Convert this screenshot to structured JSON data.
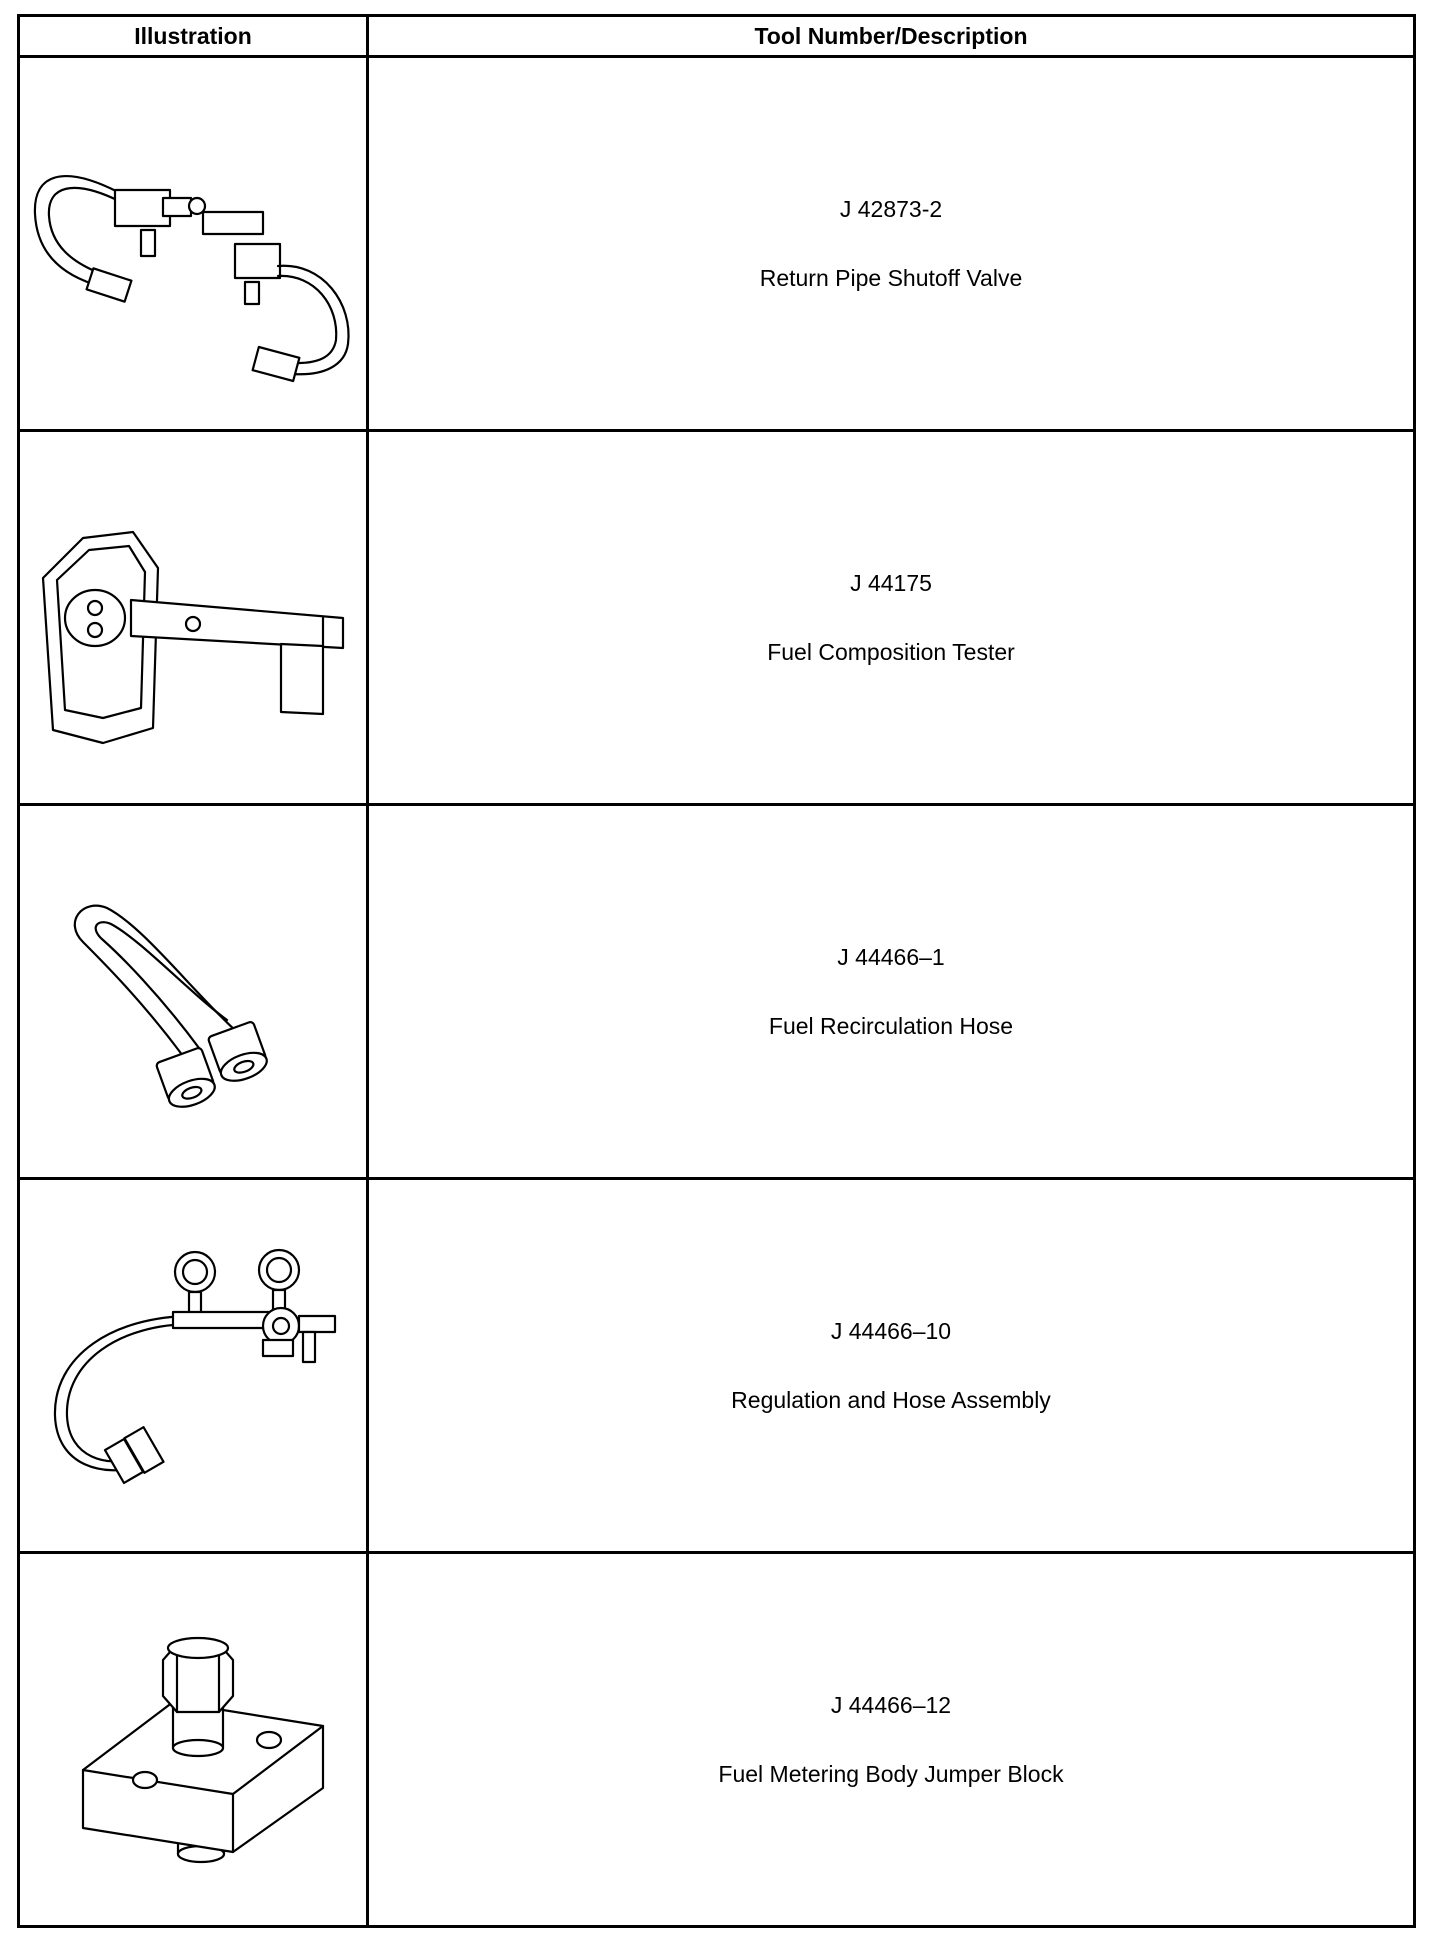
{
  "table": {
    "headers": {
      "illustration": "Illustration",
      "tool": "Tool Number/Description"
    },
    "rows": [
      {
        "number": "J 42873-2",
        "description": "Return Pipe Shutoff Valve",
        "icon": "return-pipe-shutoff-valve-icon"
      },
      {
        "number": "J 44175",
        "description": "Fuel Composition Tester",
        "icon": "fuel-composition-tester-icon"
      },
      {
        "number": "J 44466–1",
        "description": "Fuel Recirculation Hose",
        "icon": "fuel-recirculation-hose-icon"
      },
      {
        "number": "J 44466–10",
        "description": "Regulation and Hose Assembly",
        "icon": "regulation-hose-assembly-icon"
      },
      {
        "number": "J 44466–12",
        "description": "Fuel Metering Body Jumper Block",
        "icon": "jumper-block-icon"
      }
    ]
  }
}
